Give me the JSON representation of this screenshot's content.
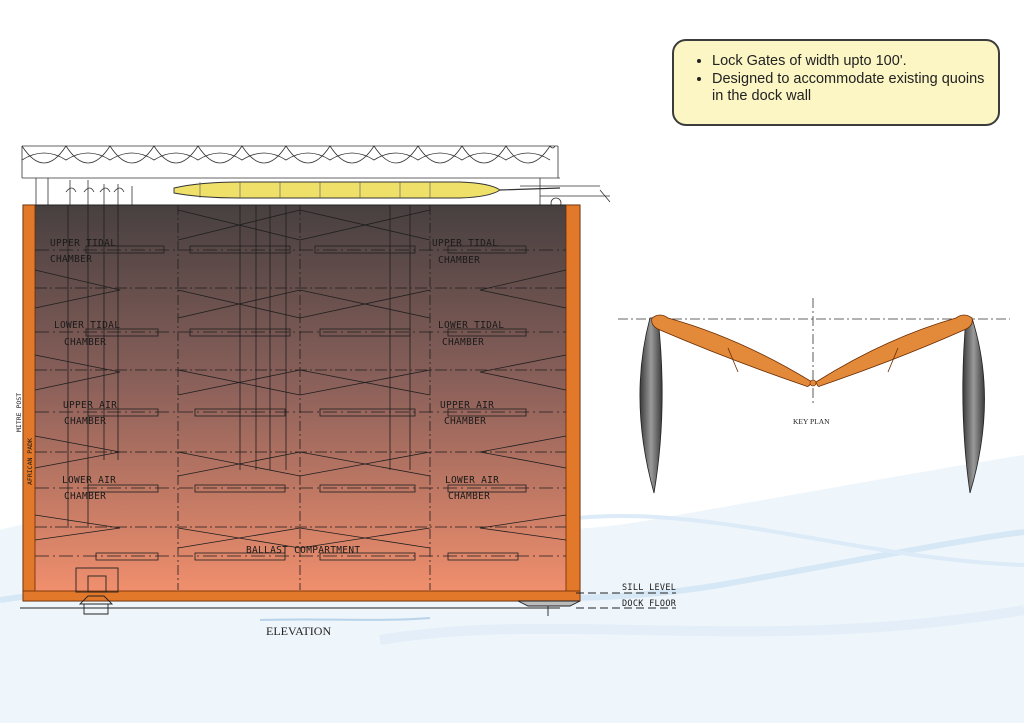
{
  "callout": {
    "bullets": [
      "Lock Gates of width upto 100'.",
      "Designed to accommodate existing quoins in the dock wall"
    ]
  },
  "elevation": {
    "title": "ELEVATION",
    "mitre_post": "MITRE POST",
    "african_padk": "AFRICAN PADK",
    "sill_level": "SILL LEVEL",
    "dock_floor": "DOCK FLOOR",
    "chambers": {
      "upper_tidal_l1": "UPPER TIDAL",
      "upper_tidal_l2": "CHAMBER",
      "lower_tidal_l1": "LOWER TIDAL",
      "lower_tidal_l2": "CHAMBER",
      "upper_air_l1": "UPPER AIR",
      "upper_air_l2": "CHAMBER",
      "lower_air_l1": "LOWER AIR",
      "lower_air_l2": "CHAMBER",
      "ballast": "BALLAST COMPARTMENT"
    }
  },
  "key_plan": {
    "title": "KEY PLAN"
  },
  "colors": {
    "gate_top": "#484040",
    "gate_bottom": "#f29070",
    "frame": "#e2782a",
    "plan_leaf": "#e38a3a",
    "float": "#efe06a"
  }
}
